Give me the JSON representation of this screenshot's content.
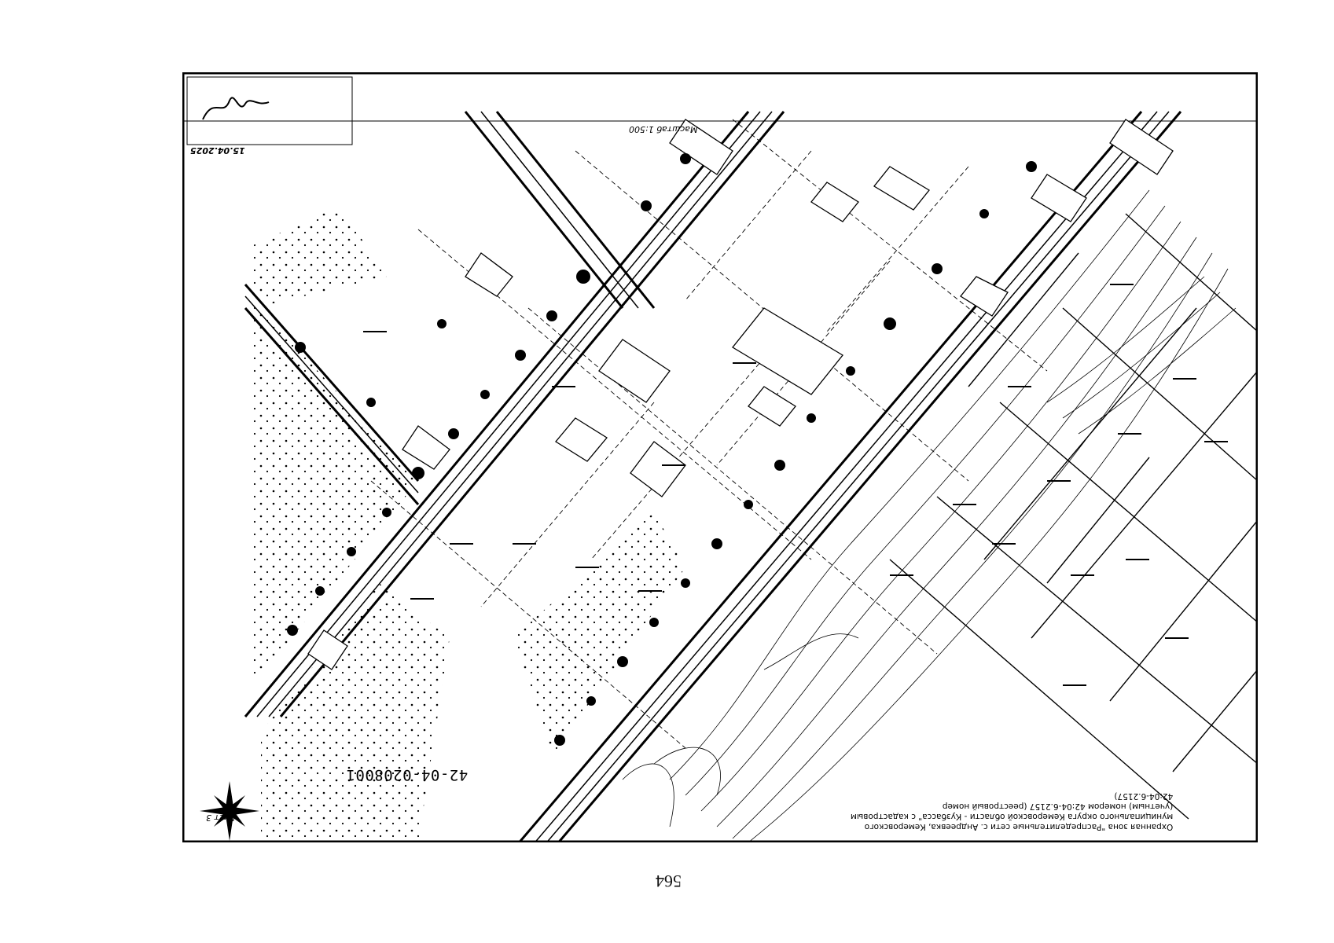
{
  "page": {
    "page_number": "564"
  },
  "map": {
    "parcel_number": "42-04-0208001",
    "sheet_label": "Лист 3",
    "date_label": "15.04.2025",
    "scale_label": "Масштаб 1:500",
    "description_lines": [
      "Охранная зона \"Распределительные сети с. Андреевка, Кемеровского",
      "муниципального округа Кемеровской области - Кузбасса\" с кадастровым",
      "(учетным) номером 42:04-6.2157 (реестровый номер",
      "42:04-6.2157)"
    ],
    "north_arrow": "compass-rose-icon",
    "colors": {
      "ink": "#000000",
      "paper": "#ffffff"
    }
  }
}
